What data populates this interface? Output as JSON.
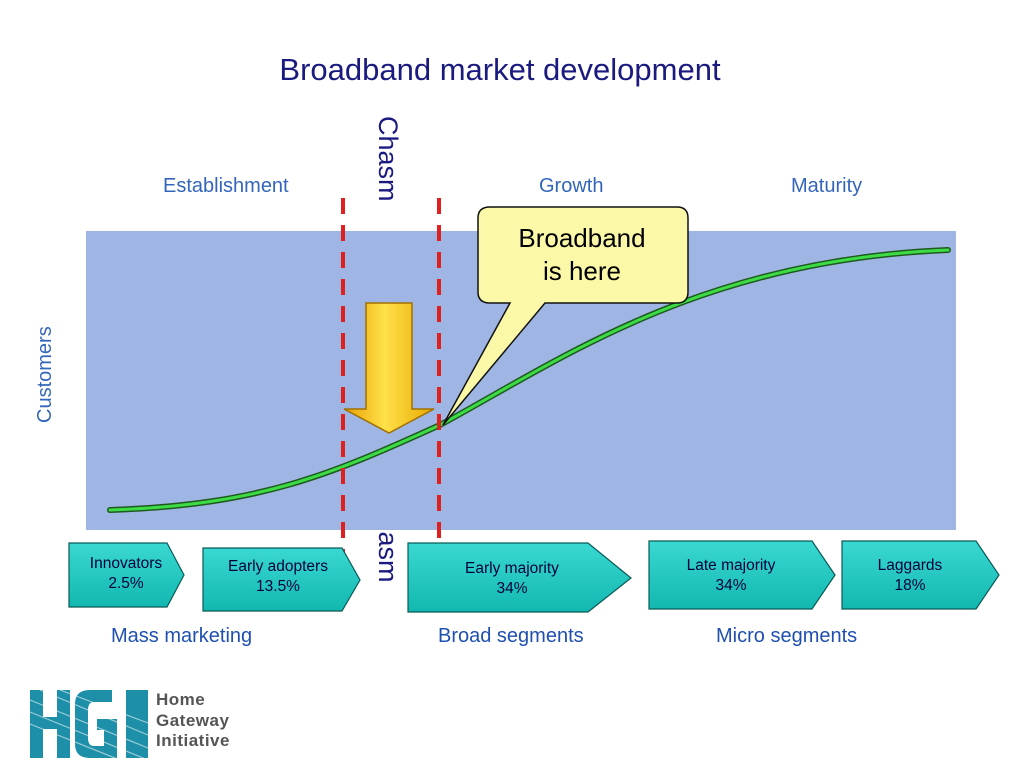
{
  "title": "Broadband market development",
  "phases": {
    "establishment": "Establishment",
    "growth": "Growth",
    "maturity": "Maturity"
  },
  "chasm": {
    "top_label": "Chasm",
    "bottom_label": "Chasm"
  },
  "y_axis_label": "Customers",
  "callout": {
    "line1": "Broadband",
    "line2": "is here"
  },
  "segments": [
    {
      "name": "Innovators",
      "share": "2.5%"
    },
    {
      "name": "Early adopters",
      "share": "13.5%"
    },
    {
      "name": "Early majority",
      "share": "34%"
    },
    {
      "name": "Late majority",
      "share": "34%"
    },
    {
      "name": "Laggards",
      "share": "18%"
    }
  ],
  "marketing": {
    "mass": "Mass marketing",
    "broad": "Broad segments",
    "micro": "Micro segments"
  },
  "logo": {
    "mark": "HGI",
    "line1": "Home",
    "line2": "Gateway",
    "line3": "Initiative"
  },
  "colors": {
    "title": "#1a1a80",
    "phase_text": "#3366bb",
    "panel": "#9fb6e4",
    "curve": "#2ecc3a",
    "chasm_line": "#e02020",
    "segment_fill": "#1cc7c0",
    "arrow": "#f5c400",
    "callout_fill": "#fbf9a8",
    "logo": "#1e8fa8"
  }
}
